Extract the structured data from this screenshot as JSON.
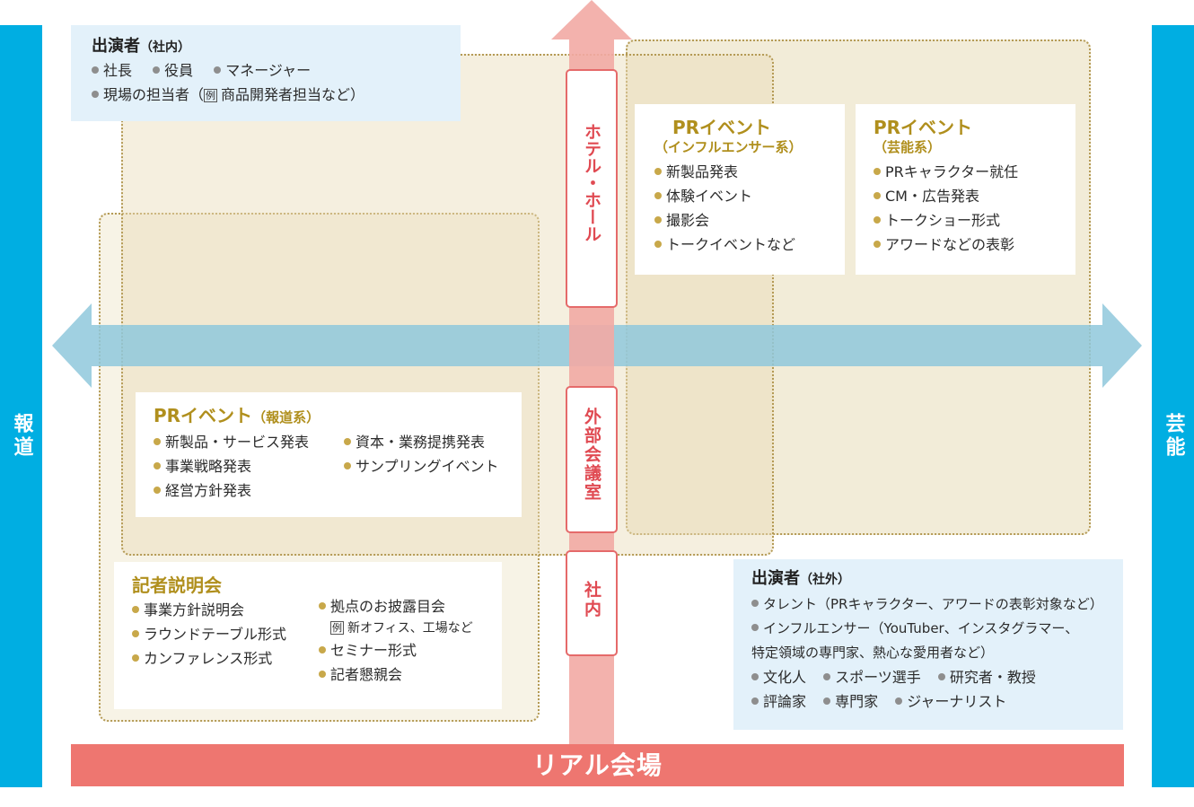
{
  "axes": {
    "left": "報道",
    "right": "芸能",
    "bottom": "リアル会場"
  },
  "venues": {
    "hotel": "ホテル・ホール",
    "external": "外部会議室",
    "internal": "社内"
  },
  "performers_internal": {
    "title": "出演者",
    "title_suffix": "（社内）",
    "items": [
      "社長",
      "役員",
      "マネージャー",
      "現場の担当者（",
      "商品開発者担当など）"
    ],
    "example_mark": "例"
  },
  "pr_influencer": {
    "title": "PRイベント",
    "subtitle": "（インフルエンサー系）",
    "items": [
      "新製品発表",
      "体験イベント",
      "撮影会",
      "トークイベントなど"
    ]
  },
  "pr_entertainment": {
    "title": "PRイベント",
    "subtitle": "（芸能系）",
    "items": [
      "PRキャラクター就任",
      "CM・広告発表",
      "トークショー形式",
      "アワードなどの表彰"
    ]
  },
  "pr_news": {
    "title": "PRイベント",
    "subtitle": "（報道系）",
    "items_left": [
      "新製品・サービス発表",
      "事業戦略発表",
      "経営方針発表"
    ],
    "items_right": [
      "資本・業務提携発表",
      "サンプリングイベント"
    ]
  },
  "press_conference": {
    "title": "記者説明会",
    "items_left": [
      "事業方針説明会",
      "ラウンドテーブル形式",
      "カンファレンス形式"
    ],
    "items_right": [
      "拠点のお披露目会",
      "新オフィス、工場など",
      "セミナー形式",
      "記者懇親会"
    ],
    "example_mark": "例"
  },
  "performers_external": {
    "title": "出演者",
    "title_suffix": "（社外）",
    "items": [
      "タレント（PRキャラクター、アワードの表彰対象など）",
      "インフルエンサー（YouTuber、インスタグラマー、",
      "特定領域の専門家、熱心な愛用者など）",
      "文化人",
      "スポーツ選手",
      "研究者・教授",
      "評論家",
      "専門家",
      "ジャーナリスト"
    ]
  },
  "colors": {
    "side_bar": "#00aee2",
    "bottom_bar": "#ee7670",
    "gold_text": "#b08f1d",
    "venue_text": "#e04a52",
    "horizontal_band": "#8fc8dc",
    "zone_fill": "#e8dcb8"
  }
}
